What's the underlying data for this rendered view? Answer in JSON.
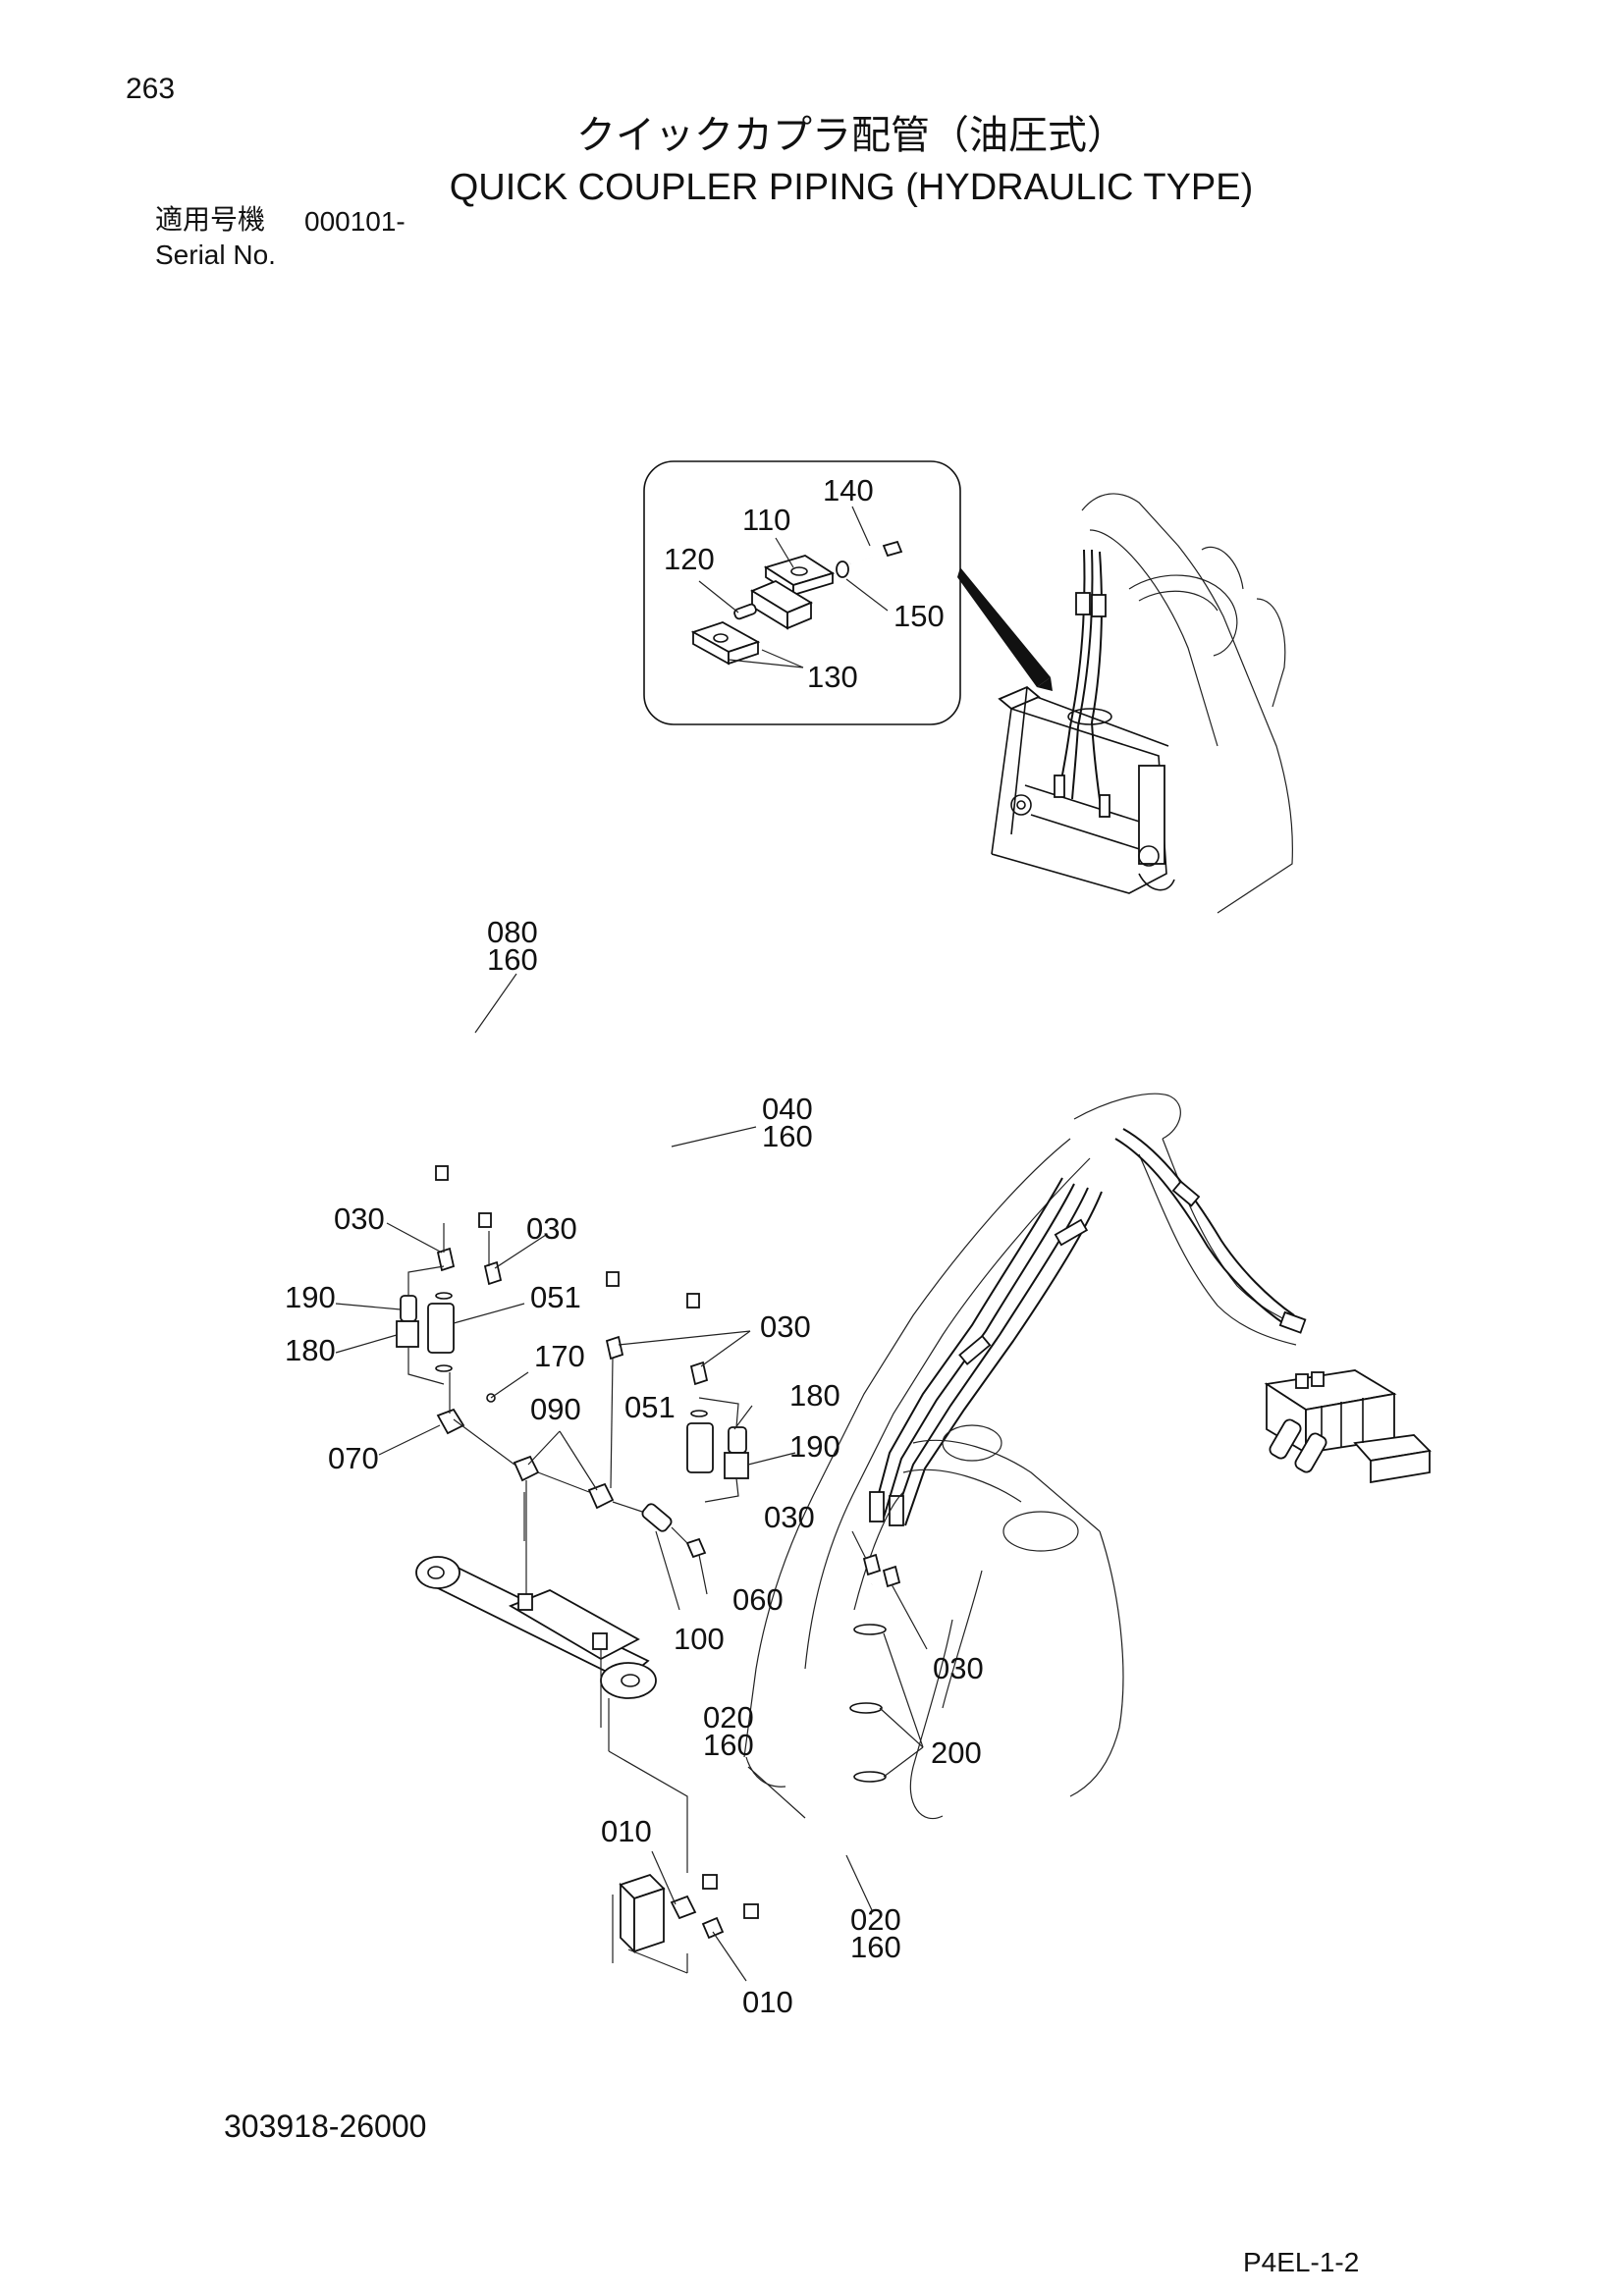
{
  "header": {
    "page_number": "263",
    "title_jp": "クイックカプラ配管（油圧式）",
    "title_en": "QUICK COUPLER PIPING (HYDRAULIC TYPE)",
    "serial_label_jp": "適用号機",
    "serial_value": "000101-",
    "serial_label_en": "Serial No."
  },
  "callouts": {
    "c140": "140",
    "c110": "110",
    "c120": "120",
    "c150": "150",
    "c130": "130",
    "c080_a": "080",
    "c160_a": "160",
    "c040": "040",
    "c160_b": "160",
    "c030_a": "030",
    "c030_b": "030",
    "c030_c": "030",
    "c190_a": "190",
    "c051_a": "051",
    "c180_a": "180",
    "c170": "170",
    "c070": "070",
    "c090": "090",
    "c051_b": "051",
    "c180_b": "180",
    "c190_b": "190",
    "c030_d": "030",
    "c060": "060",
    "c100": "100",
    "c030_e": "030",
    "c020_a": "020",
    "c160_c": "160",
    "c200": "200",
    "c010_a": "010",
    "c010_b": "010",
    "c020_b": "020",
    "c160_d": "160"
  },
  "footer": {
    "doc_code": "303918-26000",
    "page_code": "P4EL-1-2"
  }
}
